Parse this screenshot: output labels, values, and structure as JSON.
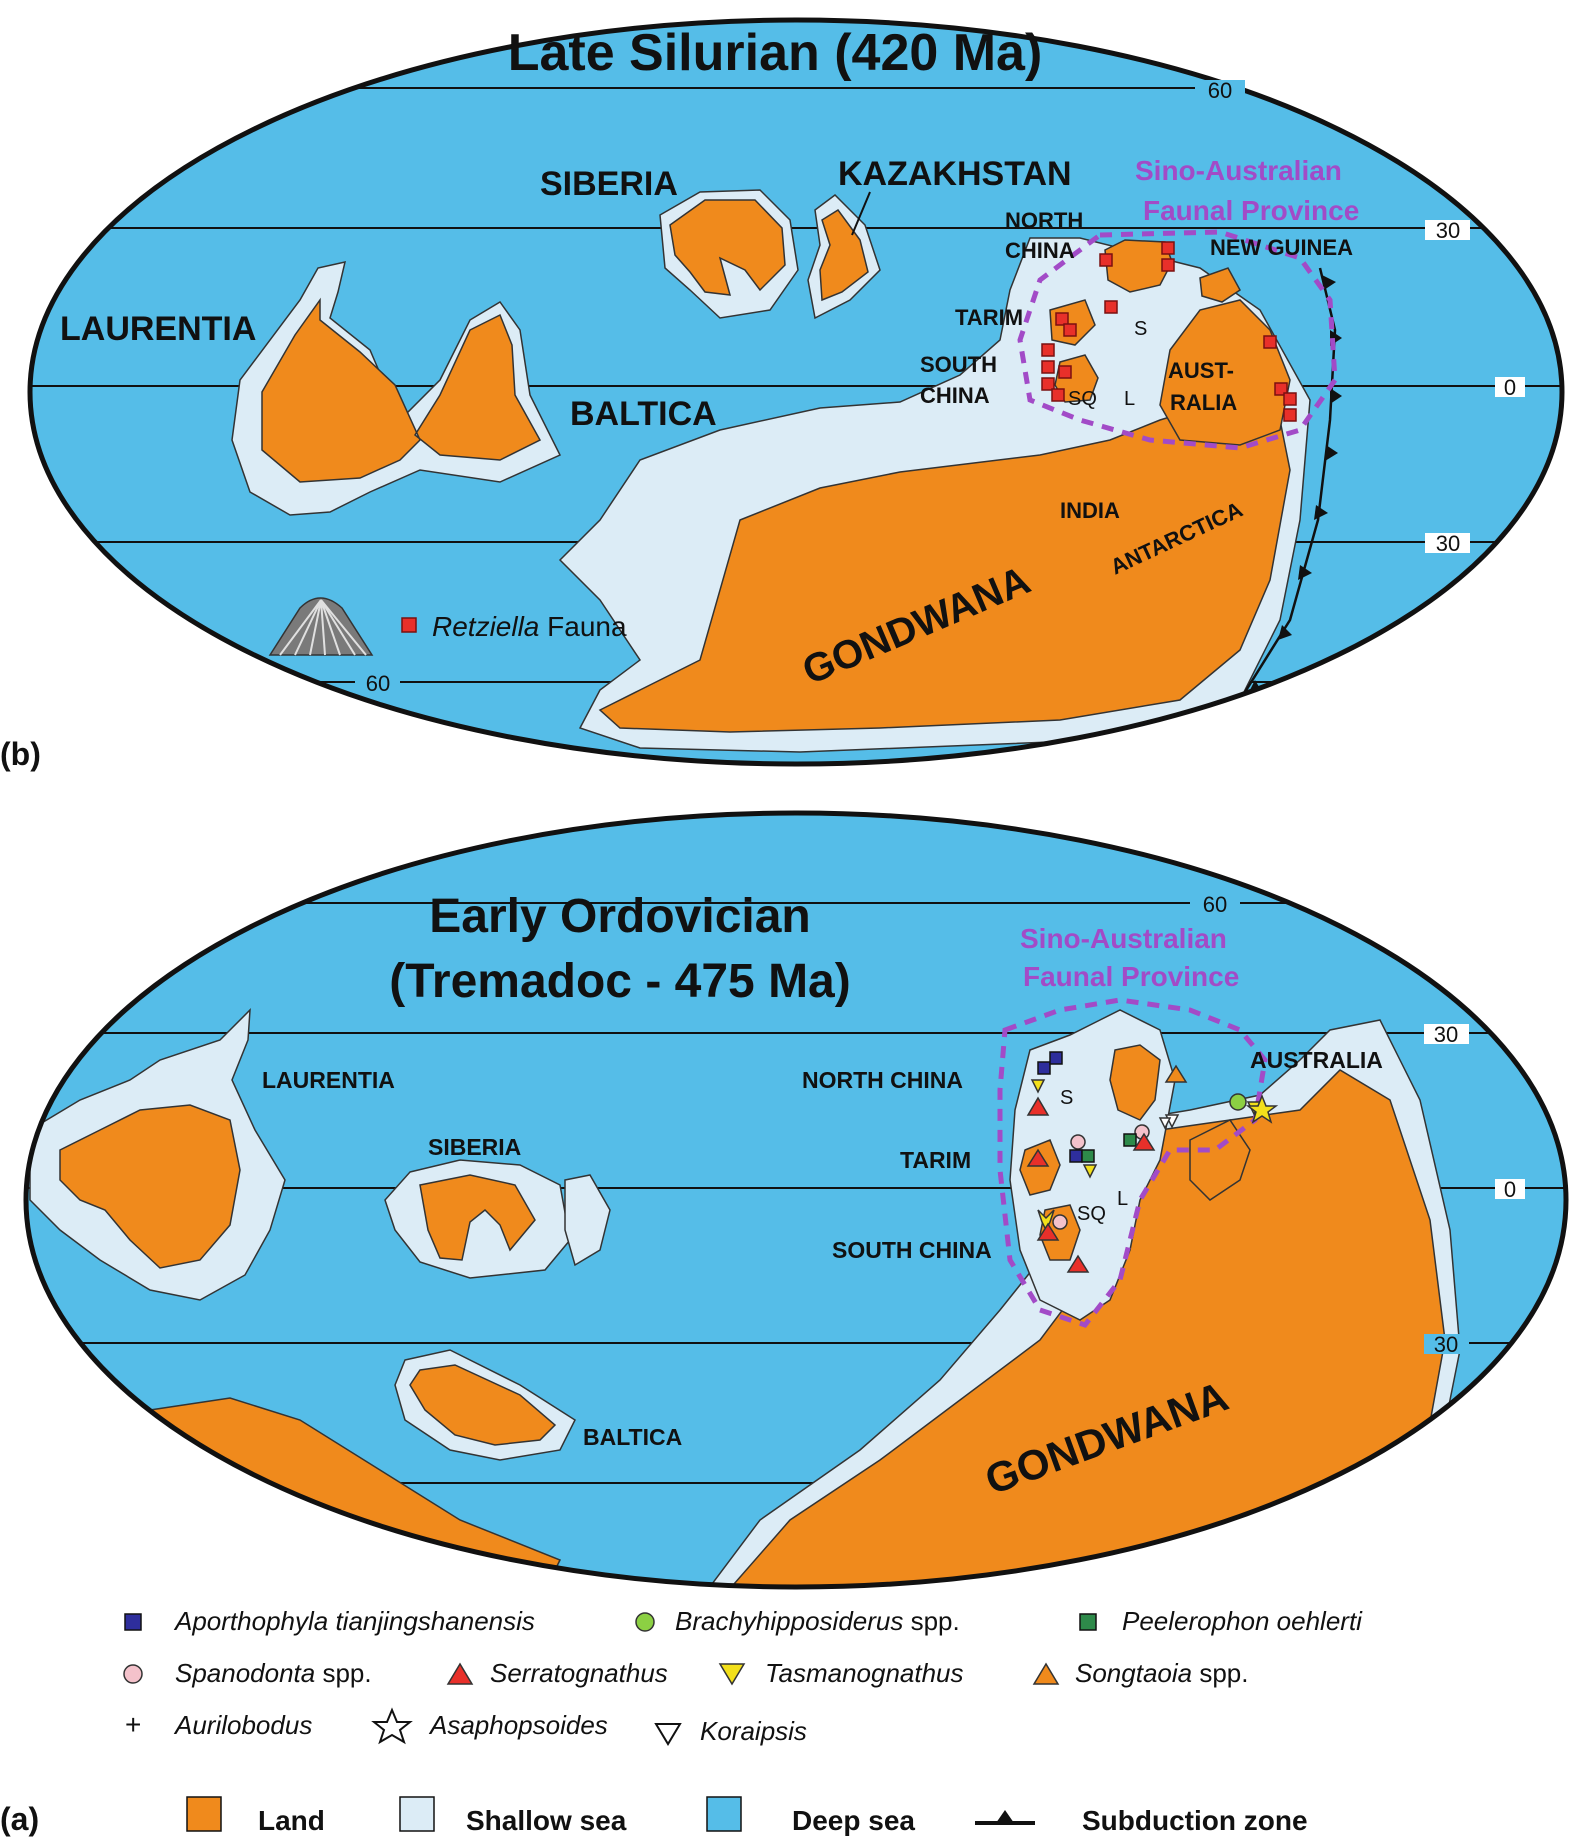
{
  "panel_b": {
    "title": "Late Silurian (420 Ma)",
    "letter": "(b)",
    "lat_labels": [
      "60",
      "30",
      "0",
      "30",
      "60"
    ],
    "continents": {
      "laurentia": "LAURENTIA",
      "siberia": "SIBERIA",
      "kazakhstan": "KAZAKHSTAN",
      "baltica": "BALTICA",
      "north_china_1": "NORTH",
      "north_china_2": "CHINA",
      "tarim": "TARIM",
      "south_china_1": "SOUTH",
      "south_china_2": "CHINA",
      "new_guinea": "NEW GUINEA",
      "australia_1": "AUST-",
      "australia_2": "RALIA",
      "india": "INDIA",
      "antarctica": "ANTARCTICA",
      "gondwana": "GONDWANA",
      "s": "S",
      "sq": "SQ",
      "l": "L"
    },
    "province_1": "Sino-Australian",
    "province_2": "Faunal Province",
    "fauna_name": "Retziella",
    "fauna_suffix": "Fauna"
  },
  "panel_a": {
    "title_1": "Early Ordovician",
    "title_2": "(Tremadoc - 475 Ma)",
    "letter": "(a)",
    "lat_labels": [
      "60",
      "30",
      "0",
      "30"
    ],
    "continents": {
      "laurentia": "LAURENTIA",
      "siberia": "SIBERIA",
      "baltica": "BALTICA",
      "north_china": "NORTH CHINA",
      "tarim": "TARIM",
      "south_china": "SOUTH CHINA",
      "australia": "AUSTRALIA",
      "gondwana": "GONDWANA",
      "s": "S",
      "sq": "SQ",
      "l": "L"
    },
    "province_1": "Sino-Australian",
    "province_2": "Faunal Province"
  },
  "legend_taxa": [
    {
      "name": "Aporthophyla tianjingshanensis",
      "suffix": "",
      "symbol": "square-blue"
    },
    {
      "name": "Brachyhipposiderus",
      "suffix": " spp.",
      "symbol": "circle-green"
    },
    {
      "name": "Peelerophon oehlerti",
      "suffix": "",
      "symbol": "square-green"
    },
    {
      "name": "Spanodonta",
      "suffix": " spp.",
      "symbol": "circle-pink"
    },
    {
      "name": "Serratognathus",
      "suffix": "",
      "symbol": "triangle-red"
    },
    {
      "name": "Tasmanognathus",
      "suffix": "",
      "symbol": "triangle-down-yellow"
    },
    {
      "name": "Songtaoia",
      "suffix": " spp.",
      "symbol": "triangle-orange"
    },
    {
      "name": "Aurilobodus",
      "suffix": "",
      "symbol": "plus"
    },
    {
      "name": "Asaphopsoides",
      "suffix": "",
      "symbol": "star"
    },
    {
      "name": "Koraipsis",
      "suffix": "",
      "symbol": "triangle-down-white"
    }
  ],
  "legend_key": {
    "land": "Land",
    "shallow": "Shallow sea",
    "deep": "Deep sea",
    "subduction": "Subduction zone"
  },
  "colors": {
    "land": "#f08a1c",
    "shallow": "#dcecf6",
    "deep": "#55bde8",
    "province": "#a24bc7",
    "retziella": "#e8302a"
  }
}
